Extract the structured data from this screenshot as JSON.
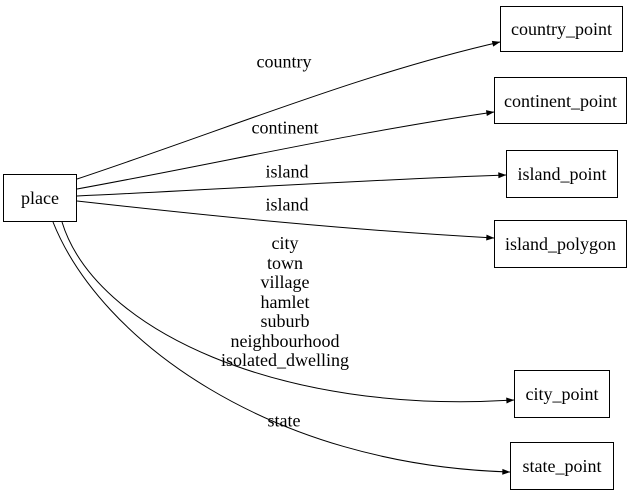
{
  "diagram": {
    "background_color": "#ffffff",
    "line_color": "#000000",
    "text_color": "#000000",
    "nodes": [
      {
        "id": "place",
        "label": "place"
      },
      {
        "id": "country_point",
        "label": "country_point"
      },
      {
        "id": "continent_point",
        "label": "continent_point"
      },
      {
        "id": "island_point",
        "label": "island_point"
      },
      {
        "id": "island_polygon",
        "label": "island_polygon"
      },
      {
        "id": "city_point",
        "label": "city_point"
      },
      {
        "id": "state_point",
        "label": "state_point"
      }
    ],
    "edges": [
      {
        "from": "place",
        "to": "country_point",
        "label": "country"
      },
      {
        "from": "place",
        "to": "continent_point",
        "label": "continent"
      },
      {
        "from": "place",
        "to": "island_point",
        "label": "island"
      },
      {
        "from": "place",
        "to": "island_polygon",
        "label": "island"
      },
      {
        "from": "place",
        "to": "city_point",
        "label": "city\ntown\nvillage\nhamlet\nsuburb\nneighbourhood\nisolated_dwelling"
      },
      {
        "from": "place",
        "to": "state_point",
        "label": "state"
      }
    ]
  }
}
